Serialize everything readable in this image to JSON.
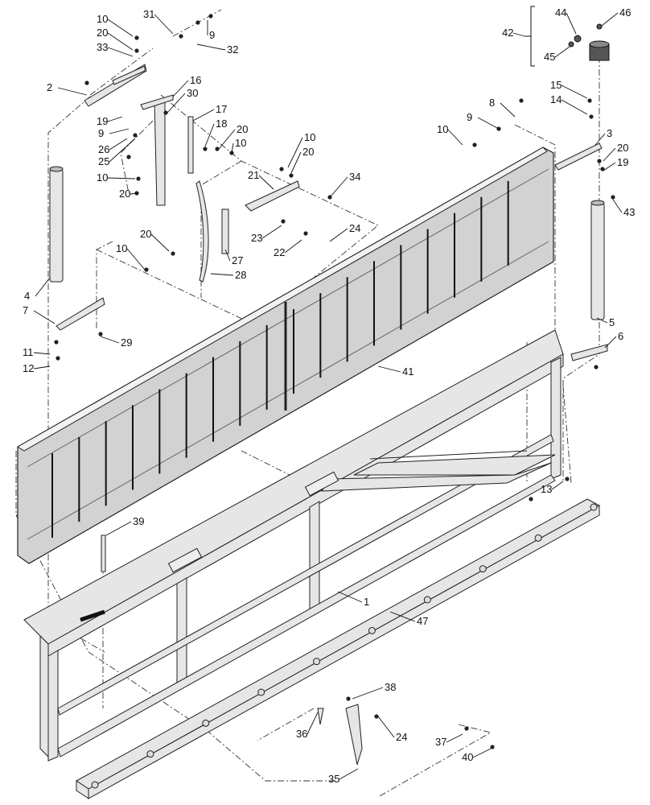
{
  "callouts": [
    "1",
    "2",
    "3",
    "4",
    "5",
    "6",
    "7",
    "8",
    "9",
    "10",
    "11",
    "12",
    "13",
    "14",
    "15",
    "16",
    "17",
    "18",
    "19",
    "20",
    "21",
    "22",
    "23",
    "24",
    "25",
    "26",
    "27",
    "28",
    "29",
    "30",
    "31",
    "32",
    "33",
    "34",
    "35",
    "36",
    "37",
    "38",
    "39",
    "40",
    "41",
    "42",
    "43",
    "44",
    "45",
    "46",
    "47"
  ]
}
